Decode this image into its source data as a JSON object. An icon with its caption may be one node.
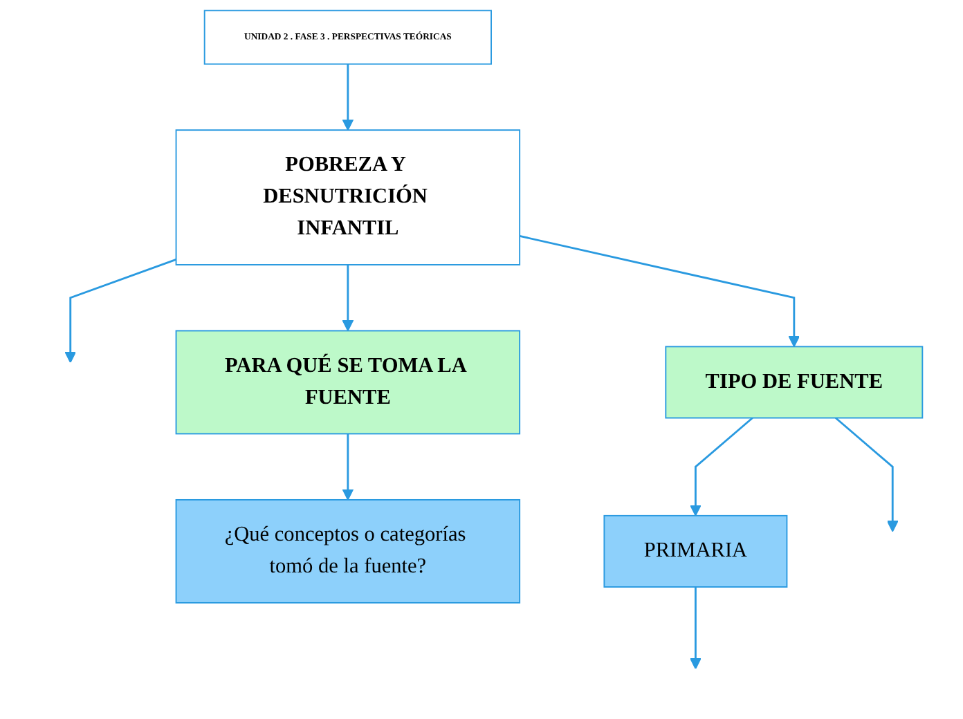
{
  "diagram": {
    "nodes": [
      {
        "text": [
          "UNIDAD 2 . FASE 3 . PERSPECTIVAS TEÓRICAS"
        ]
      },
      {
        "text": [
          "POBREZA Y DESNUTRICIÓN INFANTIL"
        ]
      },
      {
        "text": [
          "PARA QUÉ SE TOMA LA FUENTE"
        ]
      },
      {
        "text": [
          "TIPO DE FUENTE"
        ]
      },
      {
        "text": [
          "PRIMARIA"
        ]
      },
      {
        "text": [
          "¿Qué conceptos o categorías tomó de la fuente?"
        ]
      }
    ],
    "edges": [
      {
        "from": 0,
        "to": 1,
        "arrow": "to"
      },
      {
        "from": 1,
        "to": null,
        "arrow": "to"
      },
      {
        "from": 1,
        "to": 2,
        "arrow": "to"
      },
      {
        "from": 1,
        "to": 3,
        "arrow": "to"
      },
      {
        "from": 3,
        "to": 4,
        "arrow": "to"
      },
      {
        "from": 3,
        "to": null,
        "arrow": "to"
      },
      {
        "from": 2,
        "to": 5,
        "arrow": "to"
      },
      {
        "from": 4,
        "to": null,
        "arrow": "to"
      }
    ]
  }
}
